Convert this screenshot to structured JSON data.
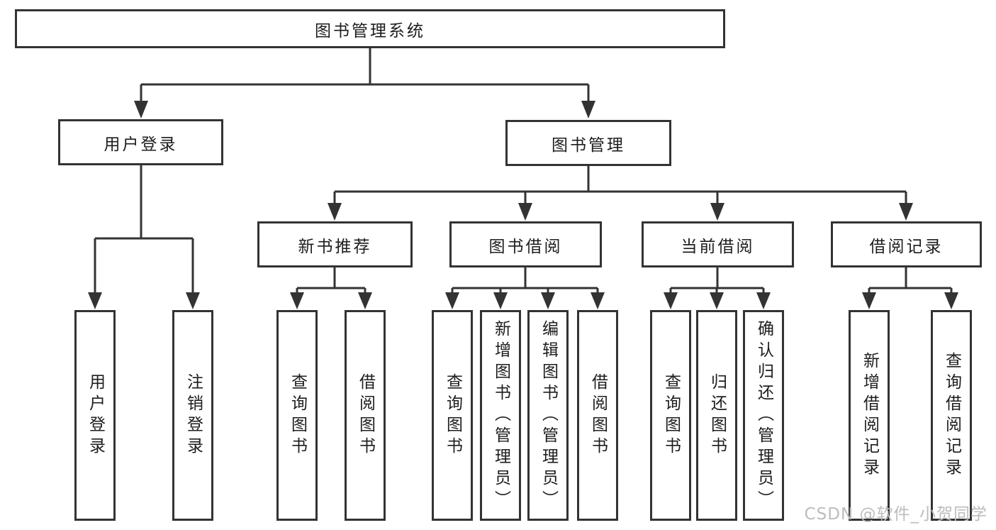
{
  "diagram": {
    "root": "图书管理系统",
    "user_login": {
      "label": "用户登录",
      "children": [
        "用户登录",
        "注销登录"
      ]
    },
    "book_mgmt": {
      "label": "图书管理",
      "new_book_rec": {
        "label": "新书推荐",
        "children": [
          "查询图书",
          "借阅图书"
        ]
      },
      "book_borrow": {
        "label": "图书借阅",
        "children": [
          "查询图书",
          "新增图书（管理员）",
          "编辑图书（管理员）",
          "借阅图书"
        ]
      },
      "current_borrow": {
        "label": "当前借阅",
        "children": [
          "查询图书",
          "归还图书",
          "确认归还（管理员）"
        ]
      },
      "borrow_records": {
        "label": "借阅记录",
        "children": [
          "新增借阅记录",
          "查询借阅记录"
        ]
      }
    }
  },
  "watermark": "CSDN @软件_小贺同学",
  "colors": {
    "line": "#333333",
    "text": "#1d1d1d",
    "background": "#ffffff",
    "watermark": "#bcbcbc"
  }
}
